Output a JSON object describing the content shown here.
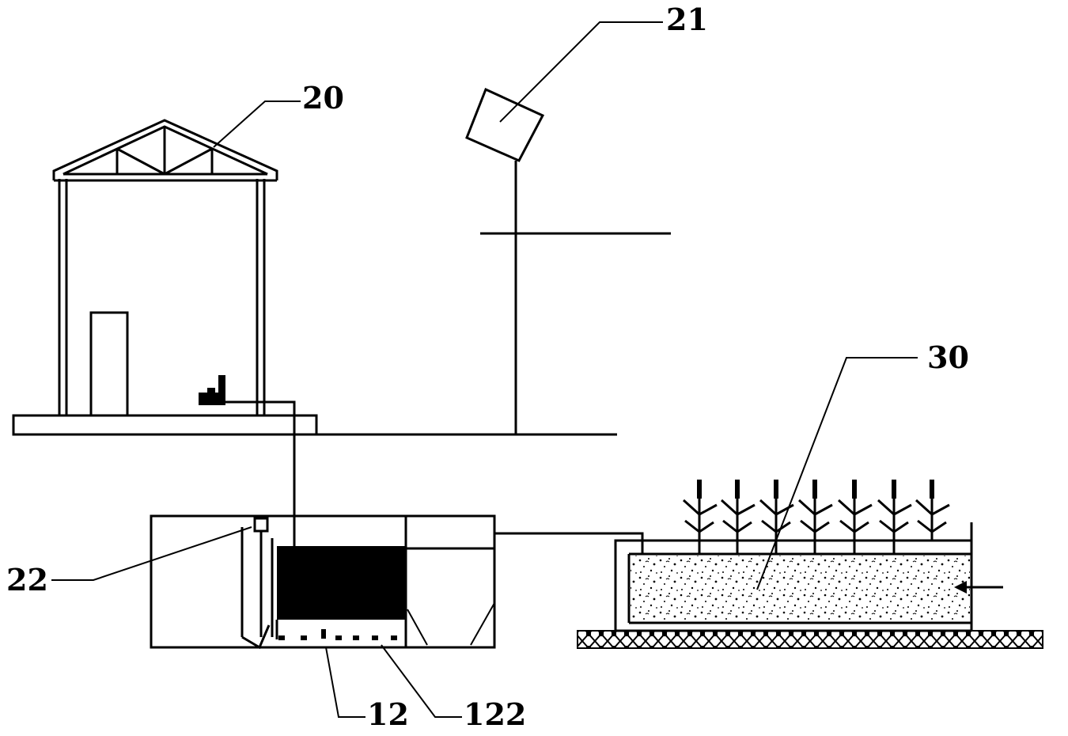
{
  "labels": {
    "house": "20",
    "solar_panel": "21",
    "valve": "22",
    "wetland": "30",
    "aeration": "12",
    "aerator_holes": "122"
  },
  "colors": {
    "stroke": "#000000",
    "background": "#ffffff",
    "media_fill": "#000000"
  }
}
